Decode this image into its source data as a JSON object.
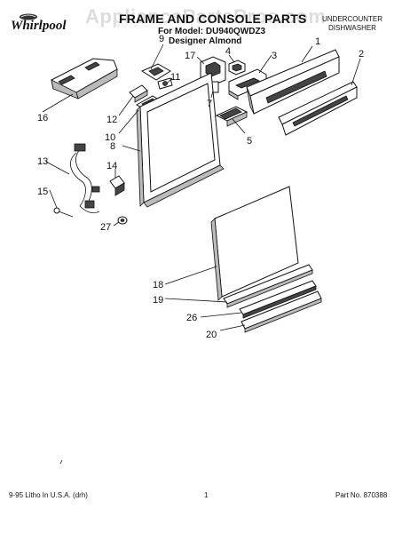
{
  "brand": {
    "name": "Whirlpool"
  },
  "watermark": "AppliancePartsPros.com",
  "header": {
    "title": "FRAME AND CONSOLE PARTS",
    "model": "For Model: DU940QWDZ3",
    "color": "Designer Almond",
    "category_line1": "UNDERCOUNTER",
    "category_line2": "DISHWASHER"
  },
  "callouts": [
    "1",
    "2",
    "3",
    "4",
    "5",
    "7",
    "8",
    "9",
    "10",
    "11",
    "12",
    "13",
    "14",
    "15",
    "16",
    "17",
    "18",
    "19",
    "20",
    "26",
    "27"
  ],
  "footer": {
    "left": "9-95 Litho In U.S.A. (drh)",
    "center": "1",
    "right": "Part No. 870388"
  }
}
